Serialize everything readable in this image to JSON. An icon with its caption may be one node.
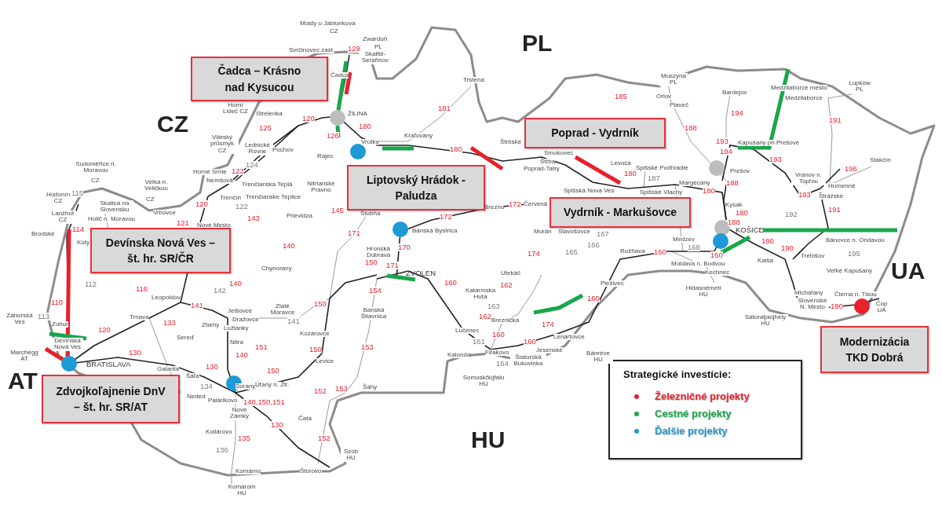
{
  "diagram": {
    "nodes": [
      {
        "text": [
          "Čadca – Krásno nad Kysucou"
        ]
      },
      {
        "text": [
          "Poprad - Vydrník"
        ]
      },
      {
        "text": [
          "Liptovský Hrádok - Paludza"
        ]
      },
      {
        "text": [
          "Vydrník - Markušovce"
        ]
      },
      {
        "text": [
          "Devínska Nová Ves – št. hr. SR/ČR"
        ]
      },
      {
        "text": [
          "Modernizácia TKD Dobrá"
        ]
      },
      {
        "text": [
          "Zdvojkoľajnenie DnV – št. hr. SR/AT"
        ]
      }
    ],
    "labels": [
      "Mosty u Jablunkova",
      "CZ",
      "Zwardoň",
      "PL",
      "PL",
      "Svrčinovec zast.",
      "129",
      "Skalité-Serafínov",
      "Čadca",
      "Muszyna PL",
      "Trstená",
      "Bardejov",
      "Medzilaborce mesto",
      "Lupków PL",
      "Medzilaborce",
      "Orlov",
      "185",
      "Plaveč",
      "Horní Lideč CZ",
      "ŽILINA",
      "181",
      "194",
      "Strelenka",
      "120",
      "191",
      "CZ",
      "125",
      "188",
      "180",
      "Kraľovany",
      "126",
      "Vlárský průsmyk CZ",
      "Lednické Rovne",
      "Púchov",
      "Štrbské",
      "Vrútky",
      "193",
      "194",
      "Kapušany pri Prešove",
      "180",
      "Smokovec",
      "Rajec",
      "193",
      "Štrba",
      "Levoča",
      "124",
      "Stakčín",
      "Spišské Podhradie",
      "196",
      "Poprad-Tatry",
      "180",
      "123",
      "Prešov",
      "Horné Srnie",
      "Vranov n. Topľou",
      "187",
      "Nemšová",
      "Trenčianska Teplá",
      "Margecany",
      "Nitrianske Pravno",
      "188",
      "Humenné",
      "Sudoměřice n. Moravou",
      "Velká n. Veličkou",
      "CZ",
      "Spišská Nová Ves",
      "Spišské Vlachy",
      "180",
      "193",
      "Strážske",
      "122",
      "115",
      "Hodonín CZ",
      "CZ",
      "Trenčín",
      "Trenčianske Teplice",
      "Skalica na Slovensku",
      "Kysak",
      "120",
      "172",
      "Brezno",
      "172",
      "Červená",
      "191",
      "145",
      "Vrbovce",
      "Štubňa",
      "Lanžhot CZ",
      "Prievidza",
      "192",
      "180",
      "143",
      "Holič n. Moravou",
      "121",
      "188",
      "Nové Mesto",
      "114",
      "KOŠICE",
      "Banská Bystrica",
      "Murán",
      "Slavošovce",
      "171",
      "167",
      "Brodské",
      "Medzev",
      "190",
      "Bánovce n. Ondavou",
      "Kúty",
      "166",
      "170",
      "168",
      "Hronská Dúbrava",
      "190",
      "140",
      "165",
      "Rožňava",
      "174",
      "160",
      "195",
      "Kalša",
      "Trebišov",
      "160",
      "Moldava n. Bodvou",
      "Chynorany",
      "Veľké Kapušany",
      "150",
      "171",
      "ZVOLEN",
      "UA",
      "Kechnec",
      "Utekáč",
      "Plešivec",
      "160",
      "142",
      "140",
      "112",
      "116",
      "Katarínska Huta",
      "162",
      "Hidasnémeti HU",
      "154",
      "Michaľany",
      "Čierna n. Tisou",
      "Leopoldov",
      "160",
      "110",
      "141",
      "Slovenské N. Mesto",
      "190",
      "Čop UA",
      "163",
      "Zlaté Moravce",
      "Banská Štiavnica",
      "Jelšovce",
      "150",
      "Záhorská Ves",
      "113",
      "Sátoraljaújhely HU",
      "Trnava",
      "162",
      "Dražovce",
      "141",
      "Breznička",
      "133",
      "174",
      "Zbehy",
      "Lužianky",
      "Zohor",
      "120",
      "Lučenec",
      "Kozárovce",
      "160",
      "Lenartovce",
      "Sereď",
      "Devínska Nová Ves",
      "161",
      "Nitra",
      "151",
      "153",
      "150",
      "160",
      "Marchegg AT",
      "130",
      "Jesenské",
      "Fiľakovo",
      "140",
      "Bánréve HU",
      "Kalonda",
      "Šiatorská Bukovinka",
      "Levice",
      "164",
      "BRATISLAVA",
      "130",
      "Galanta",
      "150",
      "Šaľa",
      "Somoskőújfalu HU",
      "AT",
      "134",
      "Šurany",
      "Úľany n. Žit.",
      "Šahy",
      "152",
      "153",
      "Neded",
      "Palárikovo",
      "140,150,151",
      "Nové Zámky",
      "Čata",
      "130",
      "Kollárovo",
      "135",
      "HU",
      "152",
      "136",
      "Szob HU",
      "Štúrovo",
      "Komárno",
      "Komárom HU",
      "Strategické investície:"
    ],
    "legend": [
      {
        "text": "Železničné projekty",
        "color": "#e8202a"
      },
      {
        "text": "Cestné projekty",
        "color": "#1aa64a"
      },
      {
        "text": "Ďalšie projekty",
        "color": "#1e9ad6"
      }
    ]
  }
}
